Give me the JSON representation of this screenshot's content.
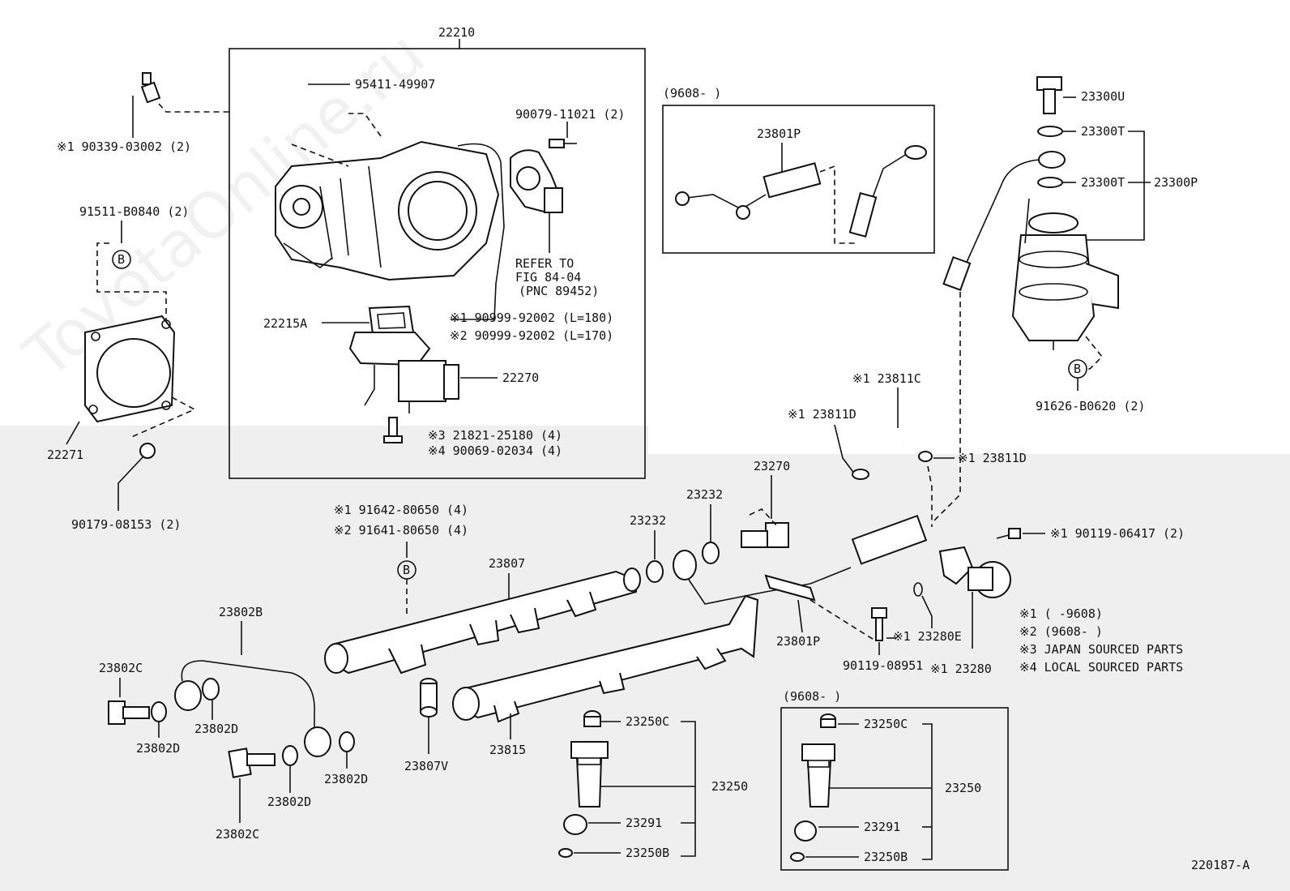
{
  "watermark": "ToyotaOnline.ru",
  "figure_code": "220187-A",
  "colors": {
    "background_top": "#ffffff",
    "background_bottom": "#efefef",
    "ink": "#111111"
  },
  "box_labels": {
    "throttle_body": "22210",
    "vsv_box_period": "(9608-      )",
    "injector_box_period": "(9608-      )"
  },
  "labels": {
    "l95411": "95411-49907",
    "l90079": "90079-11021 (2)",
    "l90339": "※1 90339-03002 (2)",
    "l91511": "91511-B0840 (2)",
    "b1": "B",
    "refer1": "REFER TO",
    "refer2": "FIG 84-04",
    "refer3": "(PNC 89452)",
    "l90999a": "※1 90999-92002 (L=180)",
    "l90999b": "※2 90999-92002 (L=170)",
    "l22215A": "22215A",
    "l22270": "22270",
    "l21821": "※3 21821-25180 (4)",
    "l90069": "※4 90069-02034 (4)",
    "l22271": "22271",
    "l90179": "90179-08153 (2)",
    "l23801P_top": "23801P",
    "l23300U": "23300U",
    "l23300T_a": "23300T",
    "l23300T_b": "23300T",
    "l23300P": "23300P",
    "b2": "B",
    "l91626": "91626-B0620 (2)",
    "l23811C": "※1 23811C",
    "l23811D_a": "※1 23811D",
    "l23811D_b": "※1 23811D",
    "l23270": "23270",
    "l23232_a": "23232",
    "l23232_b": "23232",
    "l91642": "※1 91642-80650 (4)",
    "l91641": "※2 91641-80650 (4)",
    "b3": "B",
    "l23807": "23807",
    "l23802B": "23802B",
    "l23802C_a": "23802C",
    "l23802D_a": "23802D",
    "l23802D_b": "23802D",
    "l23802D_c": "23802D",
    "l23802D_d": "23802D",
    "l23802C_b": "23802C",
    "l23807V": "23807V",
    "l23815": "23815",
    "l23801P_bot": "23801P",
    "l90119_06417": "※1 90119-06417 (2)",
    "l23280E": "※1 23280E",
    "l90119_08951": "90119-08951",
    "l23280": "※1 23280",
    "l23250C_a": "23250C",
    "l23250_a": "23250",
    "l23291_a": "23291",
    "l23250B_a": "23250B",
    "l23250C_b": "23250C",
    "l23250_b": "23250",
    "l23291_b": "23291",
    "l23250B_b": "23250B"
  },
  "legend": [
    "※1 (      -9608)",
    "※2 (9608-      )",
    "※3 JAPAN SOURCED PARTS",
    "※4 LOCAL SOURCED PARTS"
  ]
}
